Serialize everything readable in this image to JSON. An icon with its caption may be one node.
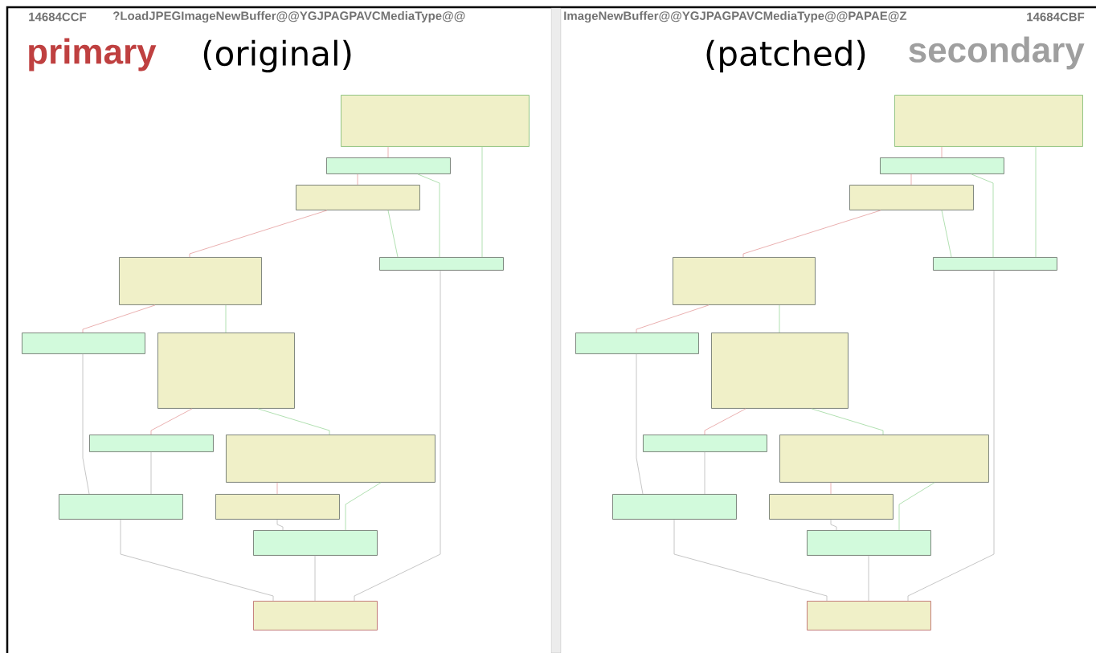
{
  "diagram": {
    "nodes": [
      {
        "text": [],
        "shape": "box"
      },
      {
        "text": [],
        "shape": "box"
      },
      {
        "text": [],
        "shape": "box"
      },
      {
        "text": [],
        "shape": "box"
      },
      {
        "text": [],
        "shape": "box"
      },
      {
        "text": [],
        "shape": "box"
      },
      {
        "text": [],
        "shape": "box"
      },
      {
        "text": [],
        "shape": "box"
      },
      {
        "text": [],
        "shape": "box"
      },
      {
        "text": [],
        "shape": "box"
      },
      {
        "text": [],
        "shape": "box"
      },
      {
        "text": [],
        "shape": "box"
      },
      {
        "text": [],
        "shape": "box"
      },
      {
        "text": [],
        "shape": "box"
      },
      {
        "text": [],
        "shape": "box"
      },
      {
        "text": [],
        "shape": "box"
      },
      {
        "text": [],
        "shape": "box"
      },
      {
        "text": [],
        "shape": "box"
      },
      {
        "text": [],
        "shape": "box"
      },
      {
        "text": [],
        "shape": "box"
      },
      {
        "text": [],
        "shape": "box"
      },
      {
        "text": [],
        "shape": "box"
      },
      {
        "text": [],
        "shape": "box"
      },
      {
        "text": [],
        "shape": "box"
      },
      {
        "text": [],
        "shape": "box"
      },
      {
        "text": [],
        "shape": "box"
      }
    ],
    "edges": [
      {
        "from": 0,
        "to": 1,
        "arrow": "none",
        "color": "#e8a8a8"
      },
      {
        "from": 0,
        "to": 3,
        "arrow": "none",
        "color": "#a8dca8"
      },
      {
        "from": 1,
        "to": 2,
        "arrow": "none",
        "color": "#e8a8a8"
      },
      {
        "from": 1,
        "to": 3,
        "arrow": "none",
        "color": "#a8dca8"
      },
      {
        "from": 2,
        "to": 4,
        "arrow": "none",
        "color": "#e8a8a8"
      },
      {
        "from": 2,
        "to": 3,
        "arrow": "none",
        "color": "#a8dca8"
      },
      {
        "from": 4,
        "to": 5,
        "arrow": "none",
        "color": "#e8a8a8"
      },
      {
        "from": 4,
        "to": 6,
        "arrow": "none",
        "color": "#a8dca8"
      },
      {
        "from": 5,
        "to": 9,
        "arrow": "none"
      },
      {
        "from": 6,
        "to": 7,
        "arrow": "none",
        "color": "#e8a8a8"
      },
      {
        "from": 6,
        "to": 8,
        "arrow": "none",
        "color": "#a8dca8"
      },
      {
        "from": 7,
        "to": 9,
        "arrow": "none"
      },
      {
        "from": 8,
        "to": 10,
        "arrow": "none",
        "color": "#e8a8a8"
      },
      {
        "from": 8,
        "to": 11,
        "arrow": "none",
        "color": "#a8dca8"
      },
      {
        "from": 10,
        "to": 11,
        "arrow": "none"
      },
      {
        "from": 9,
        "to": 12,
        "arrow": "none"
      },
      {
        "from": 11,
        "to": 12,
        "arrow": "none"
      },
      {
        "from": 3,
        "to": 12,
        "arrow": "none"
      },
      {
        "from": 13,
        "to": 14,
        "arrow": "none",
        "color": "#e8a8a8"
      },
      {
        "from": 13,
        "to": 16,
        "arrow": "none",
        "color": "#a8dca8"
      },
      {
        "from": 14,
        "to": 15,
        "arrow": "none",
        "color": "#e8a8a8"
      },
      {
        "from": 14,
        "to": 16,
        "arrow": "none",
        "color": "#a8dca8"
      },
      {
        "from": 15,
        "to": 17,
        "arrow": "none",
        "color": "#e8a8a8"
      },
      {
        "from": 15,
        "to": 16,
        "arrow": "none",
        "color": "#a8dca8"
      },
      {
        "from": 17,
        "to": 18,
        "arrow": "none",
        "color": "#e8a8a8"
      },
      {
        "from": 17,
        "to": 19,
        "arrow": "none",
        "color": "#a8dca8"
      },
      {
        "from": 18,
        "to": 22,
        "arrow": "none"
      },
      {
        "from": 19,
        "to": 20,
        "arrow": "none",
        "color": "#e8a8a8"
      },
      {
        "from": 19,
        "to": 21,
        "arrow": "none",
        "color": "#a8dca8"
      },
      {
        "from": 20,
        "to": 22,
        "arrow": "none"
      },
      {
        "from": 21,
        "to": 23,
        "arrow": "none",
        "color": "#e8a8a8"
      },
      {
        "from": 21,
        "to": 24,
        "arrow": "none",
        "color": "#a8dca8"
      },
      {
        "from": 23,
        "to": 24,
        "arrow": "none"
      },
      {
        "from": 22,
        "to": 25,
        "arrow": "none"
      },
      {
        "from": 24,
        "to": 25,
        "arrow": "none"
      },
      {
        "from": 16,
        "to": 25,
        "arrow": "none"
      }
    ],
    "labels": [
      "14684CCF",
      "?LoadJPEGImageNewBuffer@@YGJPAGPAVCMediaType@@",
      "primary",
      "(original)",
      "ImageNewBuffer@@YGJPAGPAVCMediaType@@PAPAE@Z",
      "14684CBF",
      "(patched)",
      "secondary"
    ]
  }
}
